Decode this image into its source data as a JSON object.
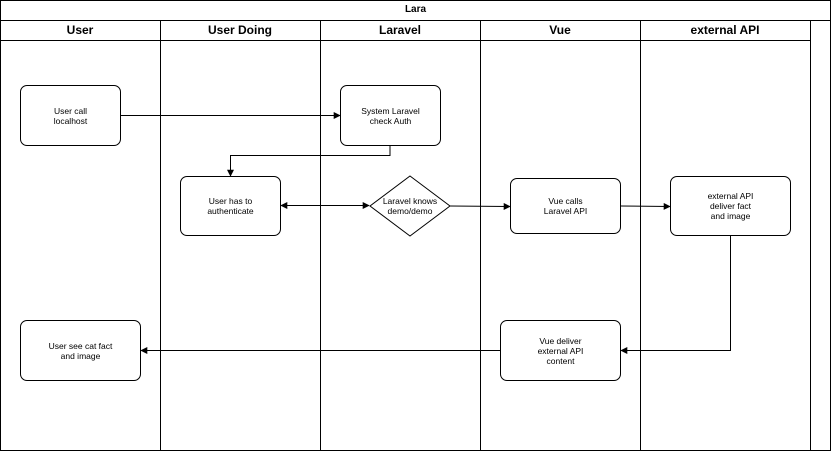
{
  "diagram": {
    "title": "Lara",
    "lanes": [
      {
        "id": "user",
        "label": "User"
      },
      {
        "id": "user-doing",
        "label": "User Doing"
      },
      {
        "id": "laravel",
        "label": "Laravel"
      },
      {
        "id": "vue",
        "label": "Vue"
      },
      {
        "id": "external-api",
        "label": "external API"
      }
    ],
    "nodes": {
      "user_call": "User call\nlocalhost",
      "laravel_auth": "System Laravel\ncheck Auth",
      "user_authenticate": "User has to\nauthenticate",
      "laravel_knows": "Laravel knows\ndemo/demo",
      "vue_calls": "Vue calls\nLaravel API",
      "api_deliver": "external API\ndeliver fact\nand image",
      "vue_deliver": "Vue deliver\nexternal API\ncontent",
      "user_see": "User see cat fact\nand image"
    },
    "edges": [
      {
        "from": "user_call",
        "to": "laravel_auth"
      },
      {
        "from": "laravel_auth",
        "to": "user_authenticate"
      },
      {
        "from": "user_authenticate",
        "to": "laravel_knows",
        "bidirectional": true
      },
      {
        "from": "laravel_knows",
        "to": "vue_calls"
      },
      {
        "from": "vue_calls",
        "to": "api_deliver"
      },
      {
        "from": "api_deliver",
        "to": "vue_deliver"
      },
      {
        "from": "vue_deliver",
        "to": "user_see"
      }
    ]
  }
}
